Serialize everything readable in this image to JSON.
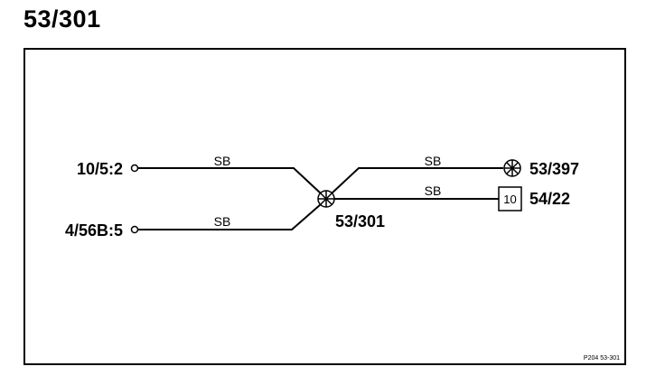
{
  "title": "53/301",
  "footer_code": "P204 53-301",
  "wire_color": "#000000",
  "connectors": {
    "left_top": "10/5:2",
    "left_bottom": "4/56B:5",
    "splice": "53/301",
    "right_top": "53/397",
    "right_bottom": "54/22",
    "box_number": "10"
  },
  "wires": {
    "left_top": "SB",
    "left_bottom": "SB",
    "right_top": "SB",
    "right_bottom": "SB"
  }
}
